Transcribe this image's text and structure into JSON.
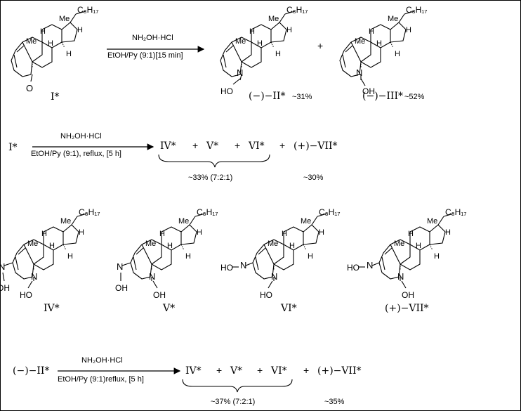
{
  "reagent": "NH₂OH·HCl",
  "rx1": {
    "conditions": "EtOH/Py (9:1)[15 min]",
    "start_label": "I*",
    "p1_label": "(−)−II*",
    "p1_yield": "~31%",
    "plus": "+",
    "p2_label": "(−)−III*",
    "p2_yield": "~52%"
  },
  "rx2": {
    "start_label": "I*",
    "conditions": "EtOH/Py (9:1), reflux, [5 h]",
    "products": [
      "IV*",
      "V*",
      "VI*"
    ],
    "plus": "+",
    "extra": "(+)−VII*",
    "group_yield": "~33% (7:2:1)",
    "extra_yield": "~30%"
  },
  "structures_row": {
    "labels": [
      "IV*",
      "V*",
      "VI*",
      "(+)−VII*"
    ]
  },
  "rx3": {
    "start_label": "(−)−II*",
    "conditions": "EtOH/Py (9:1)reflux, [5 h]",
    "products": [
      "IV*",
      "V*",
      "VI*"
    ],
    "plus": "+",
    "extra": "(+)−VII*",
    "group_yield": "~37% (7:2:1)",
    "extra_yield": "~35%"
  },
  "atoms": {
    "me": "Me",
    "h": "H",
    "o": "O",
    "n": "N",
    "ho": "HO",
    "oh": "OH",
    "c8h17": "C₈H₁₇"
  }
}
